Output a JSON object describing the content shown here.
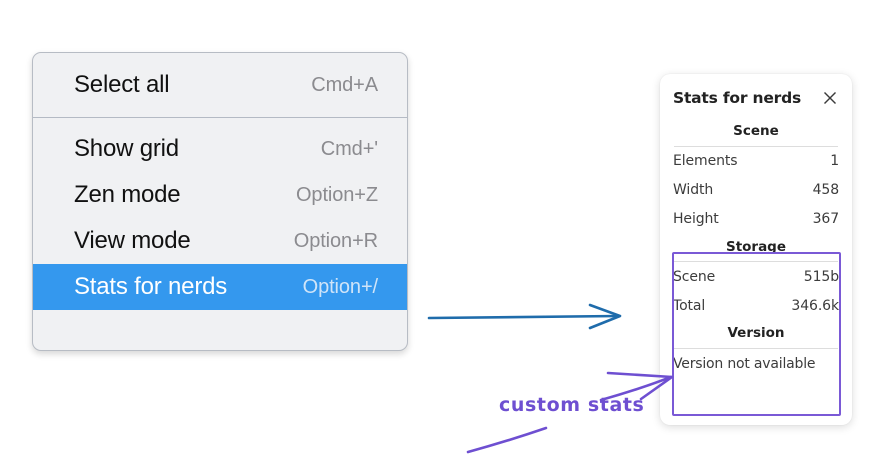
{
  "context_menu": {
    "groups": [
      {
        "items": [
          {
            "label": "Select all",
            "shortcut": "Cmd+A",
            "selected": false
          }
        ]
      },
      {
        "items": [
          {
            "label": "Show grid",
            "shortcut": "Cmd+'",
            "selected": false
          },
          {
            "label": "Zen mode",
            "shortcut": "Option+Z",
            "selected": false
          },
          {
            "label": "View mode",
            "shortcut": "Option+R",
            "selected": false
          },
          {
            "label": "Stats for nerds",
            "shortcut": "Option+/",
            "selected": true
          }
        ]
      }
    ],
    "selected_background": "#3498ee"
  },
  "stats_panel": {
    "title": "Stats for nerds",
    "close_icon": "close-icon",
    "sections": [
      {
        "heading": "Scene",
        "rows": [
          {
            "key": "Elements",
            "value": "1"
          },
          {
            "key": "Width",
            "value": "458"
          },
          {
            "key": "Height",
            "value": "367"
          }
        ]
      },
      {
        "heading": "Storage",
        "rows": [
          {
            "key": "Scene",
            "value": "515b"
          },
          {
            "key": "Total",
            "value": "346.6k"
          }
        ]
      },
      {
        "heading": "Version",
        "note": "Version not available"
      }
    ]
  },
  "annotations": {
    "handwritten_label": "custom stats",
    "highlight_color": "#7a59d6",
    "arrow_color": "#1f6cab"
  }
}
